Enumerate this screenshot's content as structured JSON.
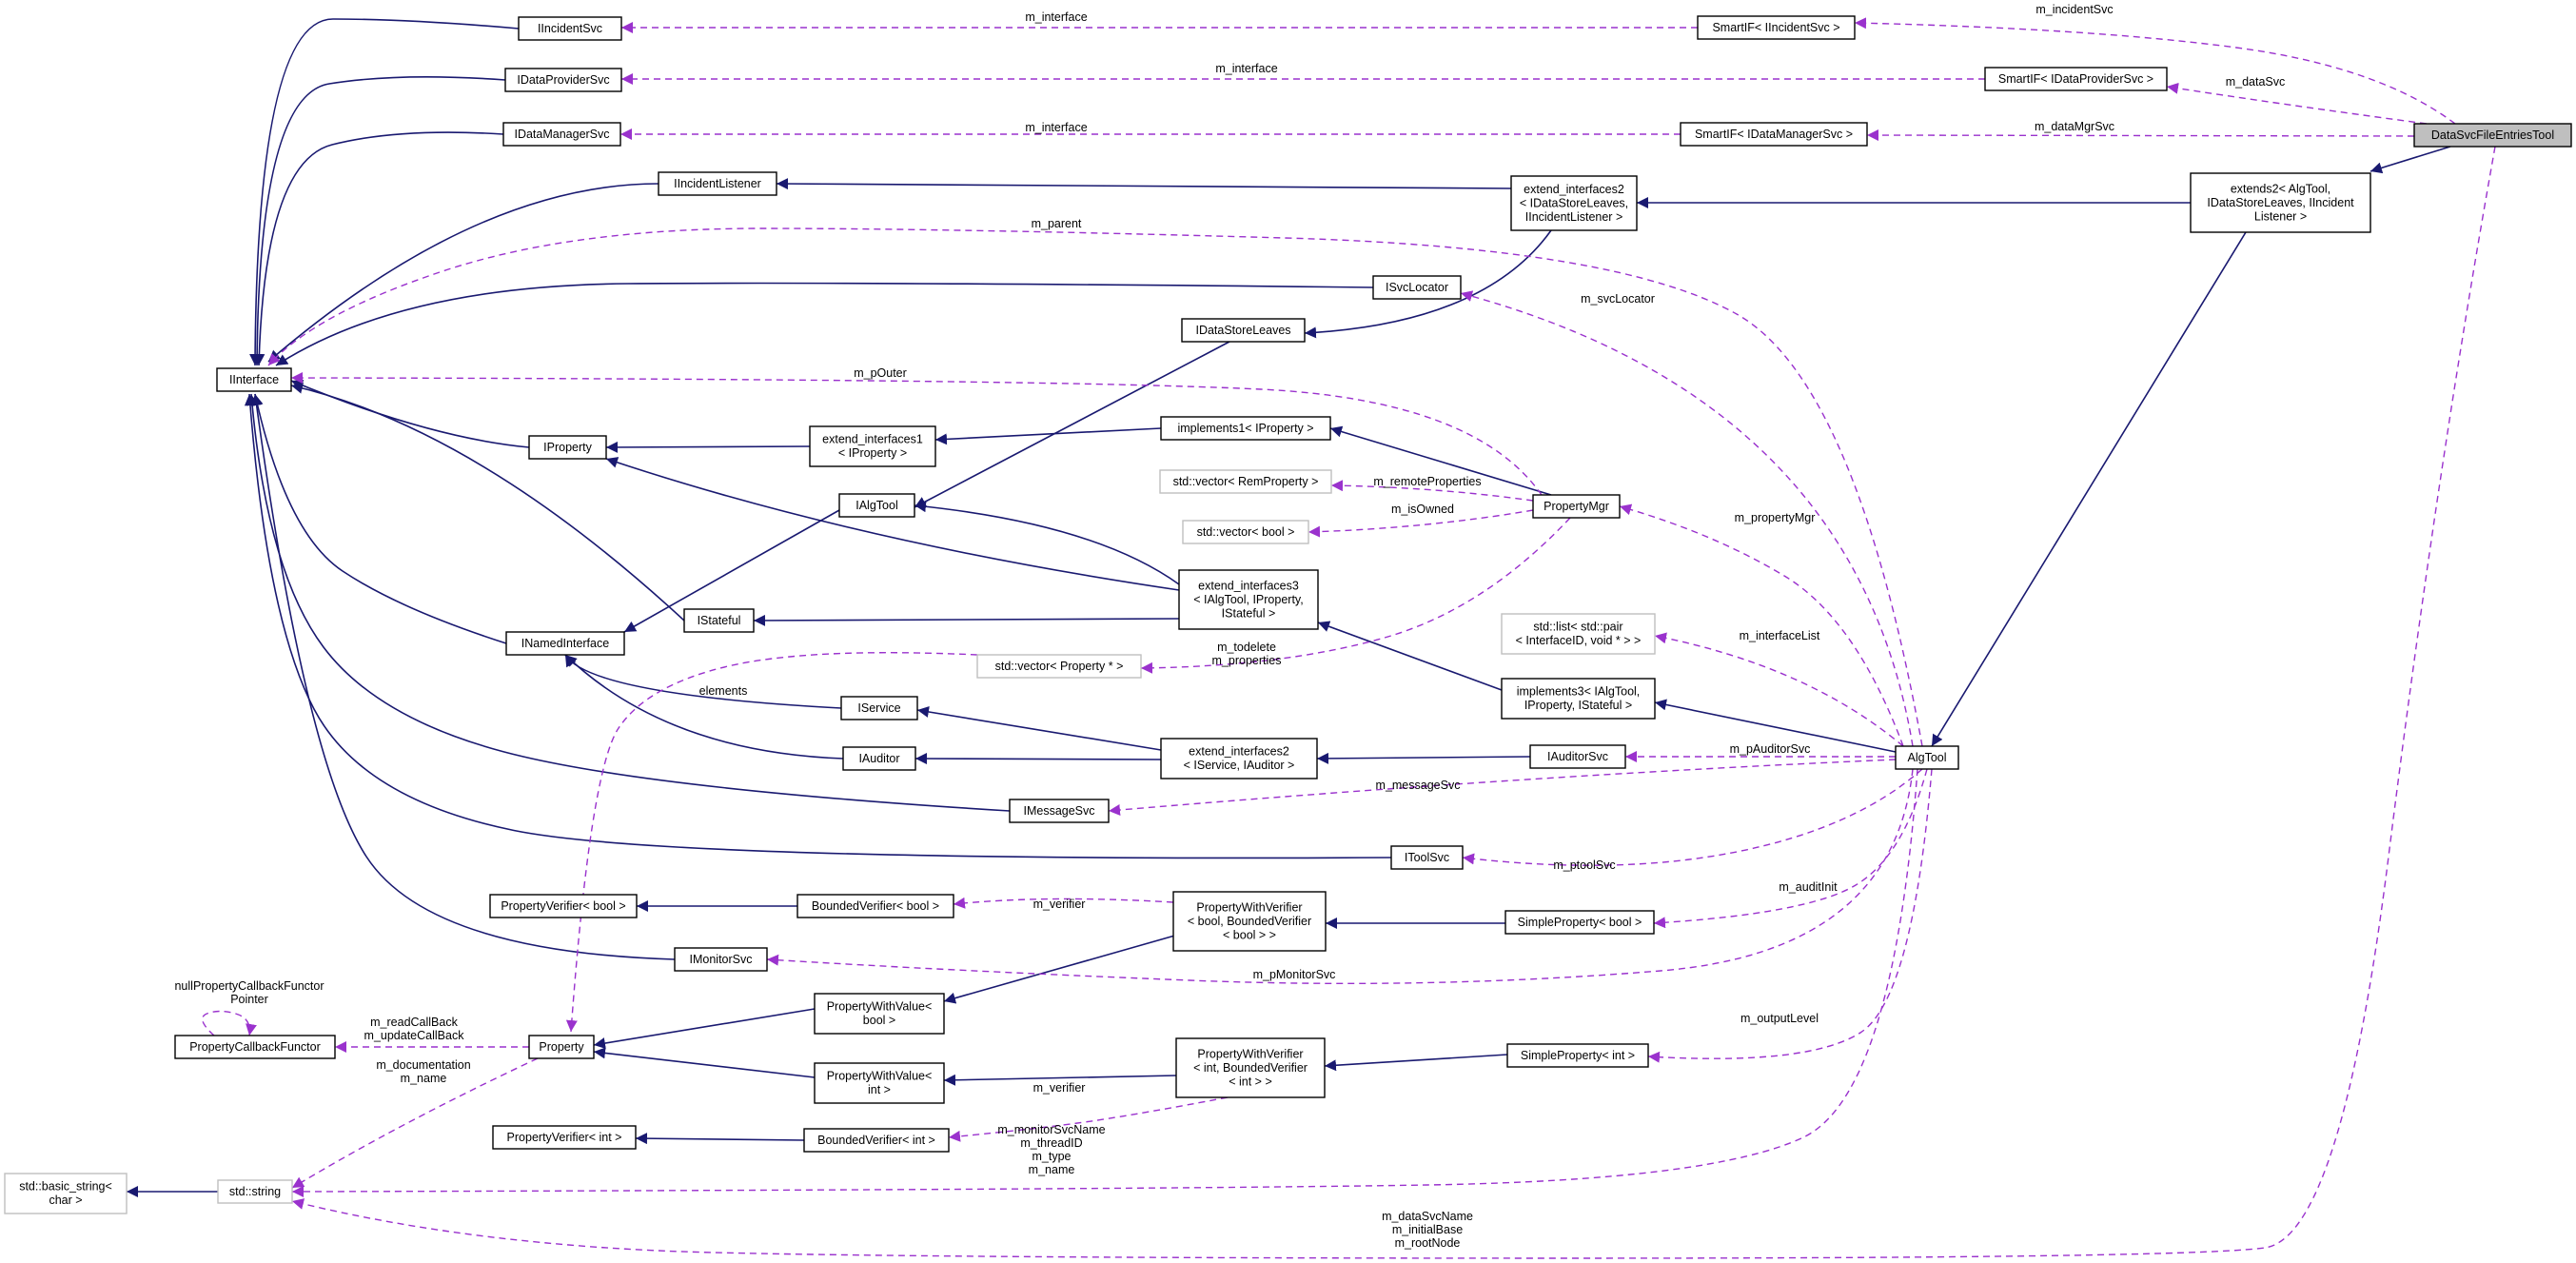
{
  "diagram": {
    "nodes": [
      {
        "id": "IIncidentSvc",
        "lines": [
          "IIncidentSvc"
        ]
      },
      {
        "id": "IDataProviderSvc",
        "lines": [
          "IDataProviderSvc"
        ]
      },
      {
        "id": "IDataManagerSvc",
        "lines": [
          "IDataManagerSvc"
        ]
      },
      {
        "id": "IIncidentListener",
        "lines": [
          "IIncidentListener"
        ]
      },
      {
        "id": "IInterface",
        "lines": [
          "IInterface"
        ]
      },
      {
        "id": "IProperty",
        "lines": [
          "IProperty"
        ]
      },
      {
        "id": "INamedInterface",
        "lines": [
          "INamedInterface"
        ]
      },
      {
        "id": "IStateful",
        "lines": [
          "IStateful"
        ]
      },
      {
        "id": "IService",
        "lines": [
          "IService"
        ]
      },
      {
        "id": "IAuditor",
        "lines": [
          "IAuditor"
        ]
      },
      {
        "id": "IMessageSvc",
        "lines": [
          "IMessageSvc"
        ]
      },
      {
        "id": "ISvcLocator",
        "lines": [
          "ISvcLocator"
        ]
      },
      {
        "id": "IDataStoreLeaves",
        "lines": [
          "IDataStoreLeaves"
        ]
      },
      {
        "id": "IAlgTool",
        "lines": [
          "IAlgTool"
        ]
      },
      {
        "id": "extend_interfaces1",
        "lines": [
          "extend_interfaces1",
          "< IProperty >"
        ]
      },
      {
        "id": "implements1",
        "lines": [
          "implements1< IProperty >"
        ]
      },
      {
        "id": "vecRemProp",
        "lines": [
          "std::vector< RemProperty >"
        ]
      },
      {
        "id": "vecBool",
        "lines": [
          "std::vector< bool >"
        ]
      },
      {
        "id": "PropertyMgr",
        "lines": [
          "PropertyMgr"
        ]
      },
      {
        "id": "extend_interfaces3",
        "lines": [
          "extend_interfaces3",
          "< IAlgTool, IProperty,",
          "IStateful >"
        ]
      },
      {
        "id": "vecPropPtr",
        "lines": [
          "std::vector< Property * >"
        ]
      },
      {
        "id": "listPair",
        "lines": [
          "std::list< std::pair",
          "< InterfaceID, void * > >"
        ]
      },
      {
        "id": "implements3",
        "lines": [
          "implements3< IAlgTool,",
          "IProperty, IStateful >"
        ]
      },
      {
        "id": "extend_interfaces2a",
        "lines": [
          "extend_interfaces2",
          "< IDataStoreLeaves,",
          "IIncidentListener >"
        ]
      },
      {
        "id": "extend_interfaces2b",
        "lines": [
          "extend_interfaces2",
          "< IService, IAuditor >"
        ]
      },
      {
        "id": "IAuditorSvc",
        "lines": [
          "IAuditorSvc"
        ]
      },
      {
        "id": "AlgTool",
        "lines": [
          "AlgTool"
        ]
      },
      {
        "id": "IToolSvc",
        "lines": [
          "IToolSvc"
        ]
      },
      {
        "id": "SmartIFIncident",
        "lines": [
          "SmartIF< IIncidentSvc >"
        ]
      },
      {
        "id": "SmartIFProvider",
        "lines": [
          "SmartIF< IDataProviderSvc >"
        ]
      },
      {
        "id": "SmartIFManager",
        "lines": [
          "SmartIF< IDataManagerSvc >"
        ]
      },
      {
        "id": "extends2",
        "lines": [
          "extends2< AlgTool,",
          "IDataStoreLeaves, IIncident",
          "Listener >"
        ]
      },
      {
        "id": "DataSvcFileEntriesTool",
        "lines": [
          "DataSvcFileEntriesTool"
        ]
      },
      {
        "id": "PropVerifierBool",
        "lines": [
          "PropertyVerifier< bool >"
        ]
      },
      {
        "id": "BoundedVerifierBool",
        "lines": [
          "BoundedVerifier< bool >"
        ]
      },
      {
        "id": "PWVBool",
        "lines": [
          "PropertyWithVerifier",
          "< bool, BoundedVerifier",
          "< bool > >"
        ]
      },
      {
        "id": "SimplePropBool",
        "lines": [
          "SimpleProperty< bool >"
        ]
      },
      {
        "id": "IMonitorSvc",
        "lines": [
          "IMonitorSvc"
        ]
      },
      {
        "id": "PropCallbackFunctor",
        "lines": [
          "PropertyCallbackFunctor"
        ]
      },
      {
        "id": "Property",
        "lines": [
          "Property"
        ]
      },
      {
        "id": "PWValueBool",
        "lines": [
          "PropertyWithValue<",
          "bool >"
        ]
      },
      {
        "id": "PWValueInt",
        "lines": [
          "PropertyWithValue<",
          "int >"
        ]
      },
      {
        "id": "PWVInt",
        "lines": [
          "PropertyWithVerifier",
          "< int, BoundedVerifier",
          "< int > >"
        ]
      },
      {
        "id": "SimplePropInt",
        "lines": [
          "SimpleProperty< int >"
        ]
      },
      {
        "id": "PropVerifierInt",
        "lines": [
          "PropertyVerifier< int >"
        ]
      },
      {
        "id": "BoundedVerifierInt",
        "lines": [
          "BoundedVerifier< int >"
        ]
      },
      {
        "id": "basicString",
        "lines": [
          "std::basic_string<",
          "char >"
        ]
      },
      {
        "id": "stdString",
        "lines": [
          "std::string"
        ]
      }
    ],
    "edges": [
      {
        "id": "e1",
        "kind": "inheritance",
        "from": "IIncidentSvc",
        "to": "IInterface"
      },
      {
        "id": "e2",
        "kind": "inheritance",
        "from": "IDataProviderSvc",
        "to": "IInterface"
      },
      {
        "id": "e3",
        "kind": "inheritance",
        "from": "IDataManagerSvc",
        "to": "IInterface"
      },
      {
        "id": "e4",
        "kind": "inheritance",
        "from": "IIncidentListener",
        "to": "IInterface"
      },
      {
        "id": "e5",
        "kind": "inheritance",
        "from": "ISvcLocator",
        "to": "IInterface"
      },
      {
        "id": "e6",
        "kind": "inheritance",
        "from": "IProperty",
        "to": "IInterface"
      },
      {
        "id": "e7",
        "kind": "inheritance",
        "from": "INamedInterface",
        "to": "IInterface"
      },
      {
        "id": "e8",
        "kind": "inheritance",
        "from": "IStateful",
        "to": "IInterface"
      },
      {
        "id": "e9",
        "kind": "inheritance",
        "from": "IMessageSvc",
        "to": "IInterface"
      },
      {
        "id": "e10",
        "kind": "inheritance",
        "from": "IToolSvc",
        "to": "IInterface"
      },
      {
        "id": "e11",
        "kind": "inheritance",
        "from": "IMonitorSvc",
        "to": "IInterface"
      },
      {
        "id": "e12",
        "kind": "inheritance",
        "from": "IDataStoreLeaves",
        "to": "IAlgTool"
      },
      {
        "id": "e13",
        "kind": "inheritance",
        "from": "IAlgTool",
        "to": "INamedInterface"
      },
      {
        "id": "e14",
        "kind": "inheritance",
        "from": "IService",
        "to": "INamedInterface"
      },
      {
        "id": "e15",
        "kind": "inheritance",
        "from": "IAuditor",
        "to": "INamedInterface"
      },
      {
        "id": "e16",
        "kind": "inheritance",
        "from": "extend_interfaces1",
        "to": "IProperty"
      },
      {
        "id": "e17",
        "kind": "inheritance",
        "from": "implements1",
        "to": "extend_interfaces1"
      },
      {
        "id": "e18",
        "kind": "inheritance",
        "from": "PropertyMgr",
        "to": "implements1"
      },
      {
        "id": "e19",
        "kind": "inheritance",
        "from": "extend_interfaces3",
        "to": "IAlgTool"
      },
      {
        "id": "e20",
        "kind": "inheritance",
        "from": "extend_interfaces3",
        "to": "IProperty"
      },
      {
        "id": "e21",
        "kind": "inheritance",
        "from": "extend_interfaces3",
        "to": "IStateful"
      },
      {
        "id": "e22",
        "kind": "inheritance",
        "from": "implements3",
        "to": "extend_interfaces3"
      },
      {
        "id": "e23",
        "kind": "inheritance",
        "from": "extend_interfaces2a",
        "to": "IIncidentListener"
      },
      {
        "id": "e24",
        "kind": "inheritance",
        "from": "extend_interfaces2a",
        "to": "IDataStoreLeaves"
      },
      {
        "id": "e25",
        "kind": "inheritance",
        "from": "extend_interfaces2b",
        "to": "IService"
      },
      {
        "id": "e26",
        "kind": "inheritance",
        "from": "extend_interfaces2b",
        "to": "IAuditor"
      },
      {
        "id": "e27",
        "kind": "inheritance",
        "from": "IAuditorSvc",
        "to": "extend_interfaces2b"
      },
      {
        "id": "e28",
        "kind": "inheritance",
        "from": "AlgTool",
        "to": "implements3"
      },
      {
        "id": "e29",
        "kind": "inheritance",
        "from": "extends2",
        "to": "AlgTool"
      },
      {
        "id": "e30",
        "kind": "inheritance",
        "from": "extends2",
        "to": "extend_interfaces2a"
      },
      {
        "id": "e31",
        "kind": "inheritance",
        "from": "DataSvcFileEntriesTool",
        "to": "extends2"
      },
      {
        "id": "e32",
        "kind": "inheritance",
        "from": "BoundedVerifierBool",
        "to": "PropVerifierBool"
      },
      {
        "id": "e33",
        "kind": "inheritance",
        "from": "PWVBool",
        "to": "PWValueBool"
      },
      {
        "id": "e34",
        "kind": "inheritance",
        "from": "SimplePropBool",
        "to": "PWVBool"
      },
      {
        "id": "e35",
        "kind": "inheritance",
        "from": "PWValueBool",
        "to": "Property"
      },
      {
        "id": "e36",
        "kind": "inheritance",
        "from": "PWValueInt",
        "to": "Property"
      },
      {
        "id": "e37",
        "kind": "inheritance",
        "from": "PWVInt",
        "to": "PWValueInt"
      },
      {
        "id": "e38",
        "kind": "inheritance",
        "from": "SimplePropInt",
        "to": "PWVInt"
      },
      {
        "id": "e39",
        "kind": "inheritance",
        "from": "BoundedVerifierInt",
        "to": "PropVerifierInt"
      },
      {
        "id": "e40",
        "kind": "inheritance",
        "from": "stdString",
        "to": "basicString"
      },
      {
        "id": "u1",
        "kind": "usage",
        "from": "SmartIFIncident",
        "to": "IIncidentSvc",
        "label": [
          "m_interface"
        ]
      },
      {
        "id": "u2",
        "kind": "usage",
        "from": "SmartIFProvider",
        "to": "IDataProviderSvc",
        "label": [
          "m_interface"
        ]
      },
      {
        "id": "u3",
        "kind": "usage",
        "from": "SmartIFManager",
        "to": "IDataManagerSvc",
        "label": [
          "m_interface"
        ]
      },
      {
        "id": "u4",
        "kind": "usage",
        "from": "DataSvcFileEntriesTool",
        "to": "SmartIFIncident",
        "label": [
          "m_incidentSvc"
        ]
      },
      {
        "id": "u5",
        "kind": "usage",
        "from": "DataSvcFileEntriesTool",
        "to": "SmartIFProvider",
        "label": [
          "m_dataSvc"
        ]
      },
      {
        "id": "u6",
        "kind": "usage",
        "from": "DataSvcFileEntriesTool",
        "to": "SmartIFManager",
        "label": [
          "m_dataMgrSvc"
        ]
      },
      {
        "id": "u7",
        "kind": "usage",
        "from": "AlgTool",
        "to": "IInterface",
        "label": [
          "m_parent"
        ]
      },
      {
        "id": "u8",
        "kind": "usage",
        "from": "PropertyMgr",
        "to": "IInterface",
        "label": [
          "m_pOuter"
        ]
      },
      {
        "id": "u9",
        "kind": "usage",
        "from": "AlgTool",
        "to": "ISvcLocator",
        "label": [
          "m_svcLocator"
        ]
      },
      {
        "id": "u10",
        "kind": "usage",
        "from": "PropertyMgr",
        "to": "vecRemProp",
        "label": [
          "m_remoteProperties"
        ]
      },
      {
        "id": "u11",
        "kind": "usage",
        "from": "PropertyMgr",
        "to": "vecBool",
        "label": [
          "m_isOwned"
        ]
      },
      {
        "id": "u12",
        "kind": "usage",
        "from": "AlgTool",
        "to": "PropertyMgr",
        "label": [
          "m_propertyMgr"
        ]
      },
      {
        "id": "u13",
        "kind": "usage",
        "from": "PropertyMgr",
        "to": "vecPropPtr",
        "label": [
          "m_todelete",
          "m_properties"
        ]
      },
      {
        "id": "u14",
        "kind": "usage",
        "from": "vecPropPtr",
        "to": "Property",
        "label": [
          "elements"
        ]
      },
      {
        "id": "u15",
        "kind": "usage",
        "from": "AlgTool",
        "to": "listPair",
        "label": [
          "m_interfaceList"
        ]
      },
      {
        "id": "u16",
        "kind": "usage",
        "from": "AlgTool",
        "to": "IAuditorSvc",
        "label": [
          "m_pAuditorSvc"
        ]
      },
      {
        "id": "u17",
        "kind": "usage",
        "from": "AlgTool",
        "to": "IMessageSvc",
        "label": [
          "m_messageSvc"
        ]
      },
      {
        "id": "u18",
        "kind": "usage",
        "from": "AlgTool",
        "to": "IToolSvc",
        "label": [
          "m_ptoolSvc"
        ]
      },
      {
        "id": "u19",
        "kind": "usage",
        "from": "AlgTool",
        "to": "SimplePropBool",
        "label": [
          "m_auditInit"
        ]
      },
      {
        "id": "u20",
        "kind": "usage",
        "from": "PWVBool",
        "to": "BoundedVerifierBool",
        "label": [
          "m_verifier"
        ]
      },
      {
        "id": "u21",
        "kind": "usage",
        "from": "AlgTool",
        "to": "IMonitorSvc",
        "label": [
          "m_pMonitorSvc"
        ]
      },
      {
        "id": "u22",
        "kind": "usage",
        "from": "PropCallbackFunctor",
        "to": "PropCallbackFunctor",
        "label": [
          "nullPropertyCallbackFunctor",
          "Pointer"
        ]
      },
      {
        "id": "u23",
        "kind": "usage",
        "from": "Property",
        "to": "PropCallbackFunctor",
        "label": [
          "m_readCallBack",
          "m_updateCallBack"
        ]
      },
      {
        "id": "u24",
        "kind": "usage",
        "from": "AlgTool",
        "to": "SimplePropInt",
        "label": [
          "m_outputLevel"
        ]
      },
      {
        "id": "u25",
        "kind": "usage",
        "from": "PWVInt",
        "to": "BoundedVerifierInt",
        "label": [
          "m_verifier"
        ]
      },
      {
        "id": "u26",
        "kind": "usage",
        "from": "Property",
        "to": "stdString",
        "label": [
          "m_documentation",
          "m_name"
        ]
      },
      {
        "id": "u27",
        "kind": "usage",
        "from": "AlgTool",
        "to": "stdString",
        "label": [
          "m_monitorSvcName",
          "m_threadID",
          "m_type",
          "m_name"
        ]
      },
      {
        "id": "u28",
        "kind": "usage",
        "from": "DataSvcFileEntriesTool",
        "to": "stdString",
        "label": [
          "m_dataSvcName",
          "m_initialBase",
          "m_rootNode"
        ]
      }
    ]
  }
}
